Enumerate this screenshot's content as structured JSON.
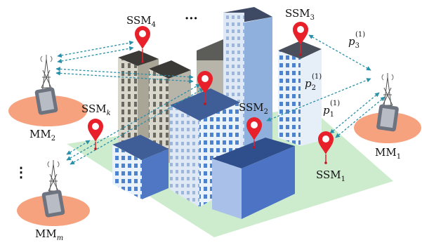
{
  "labels": {
    "ssm1": {
      "base": "SSM",
      "sub": "1"
    },
    "ssm2": {
      "base": "SSM",
      "sub": "2"
    },
    "ssm3": {
      "base": "SSM",
      "sub": "3"
    },
    "ssm4": {
      "base": "SSM",
      "sub": "4"
    },
    "ssmk": {
      "base": "SSM",
      "sub": "k"
    },
    "mm1": {
      "base": "MM",
      "sub": "1"
    },
    "mm2": {
      "base": "MM",
      "sub": "2"
    },
    "mmm": {
      "base": "MM",
      "sub": "m"
    },
    "p1": {
      "base": "p",
      "sub": "1",
      "sup": "(1)"
    },
    "p2": {
      "base": "p",
      "sub": "2",
      "sup": "(1)"
    },
    "p3": {
      "base": "p",
      "sub": "3",
      "sup": "(1)"
    },
    "ellipsis_top": "···",
    "ellipsis_left": "⋮"
  },
  "colors": {
    "ground": "#cdeccd",
    "pin": "#e8202a",
    "link": "#2a8fa8",
    "antenna_base": "#f7a27e"
  },
  "icons": [
    "map-pin-icon",
    "antenna-tower-icon",
    "monitor-icon",
    "building-icon"
  ]
}
